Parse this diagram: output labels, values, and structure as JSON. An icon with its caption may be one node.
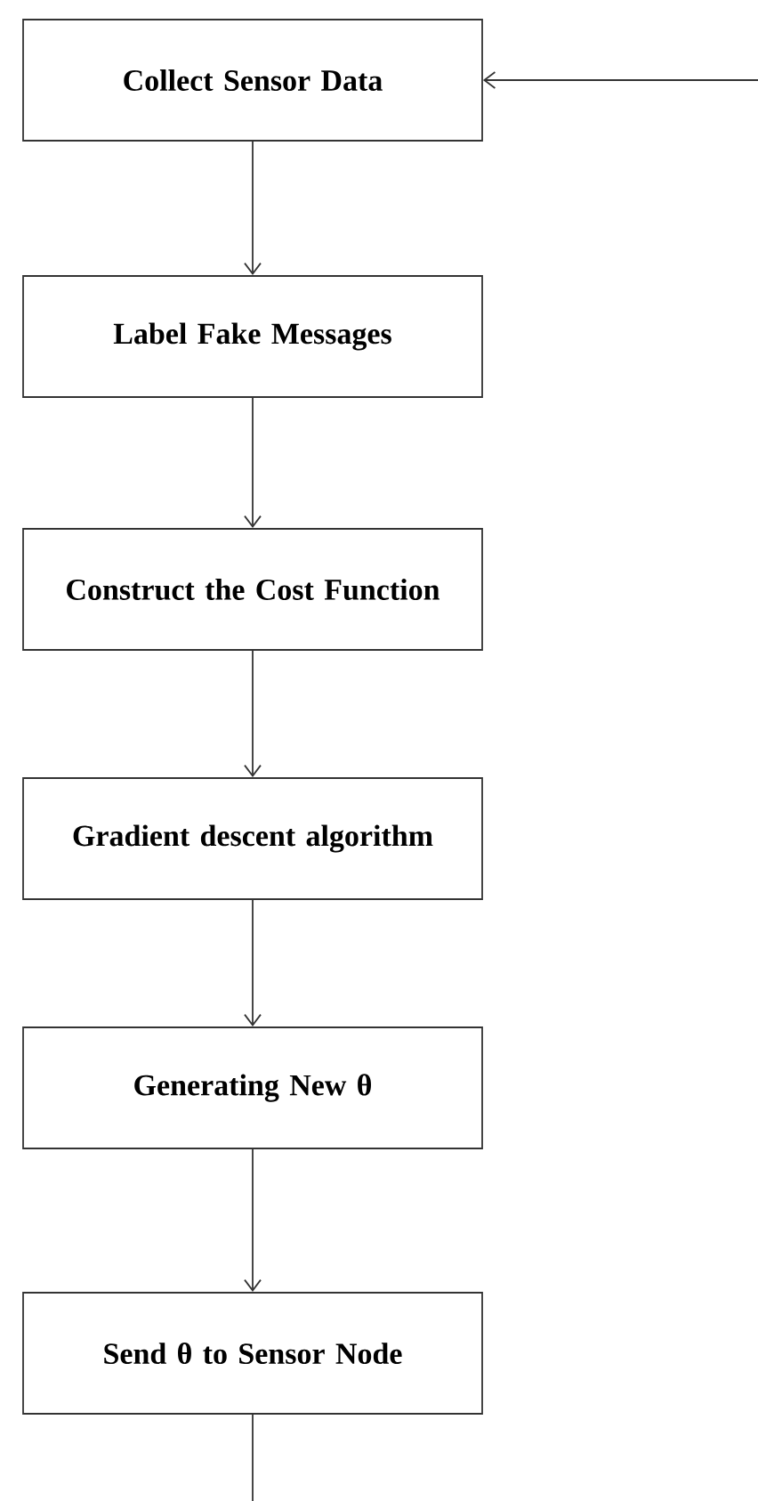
{
  "diagram": {
    "nodes": [
      {
        "text": [
          "Collect Sensor Data"
        ]
      },
      {
        "text": [
          "Label Fake Messages"
        ]
      },
      {
        "text": [
          "Construct the Cost Function"
        ]
      },
      {
        "text": [
          "Gradient descent algorithm"
        ]
      },
      {
        "text": [
          "Generating New θ"
        ]
      },
      {
        "text": [
          "Send θ to Sensor Node"
        ]
      }
    ],
    "edges": [
      {
        "from": null,
        "to": 0,
        "arrow": "to"
      },
      {
        "from": 0,
        "to": 1,
        "arrow": "to"
      },
      {
        "from": 1,
        "to": 2,
        "arrow": "to"
      },
      {
        "from": 2,
        "to": 3,
        "arrow": "to"
      },
      {
        "from": 3,
        "to": 4,
        "arrow": "to"
      },
      {
        "from": 4,
        "to": 5,
        "arrow": "to"
      },
      {
        "from": 5,
        "to": null,
        "arrow": "none"
      }
    ]
  }
}
